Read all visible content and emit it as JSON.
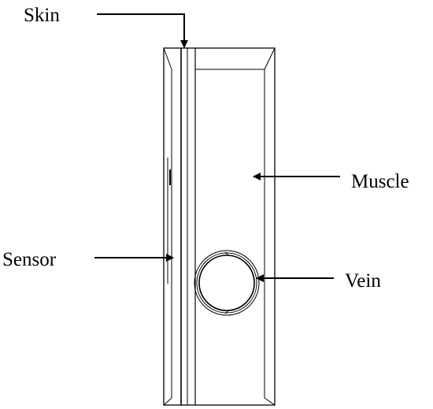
{
  "labels": {
    "skin": "Skin",
    "muscle": "Muscle",
    "sensor": "Sensor",
    "vein": "Vein"
  },
  "colors": {
    "line": "#000000",
    "background": "#ffffff"
  }
}
